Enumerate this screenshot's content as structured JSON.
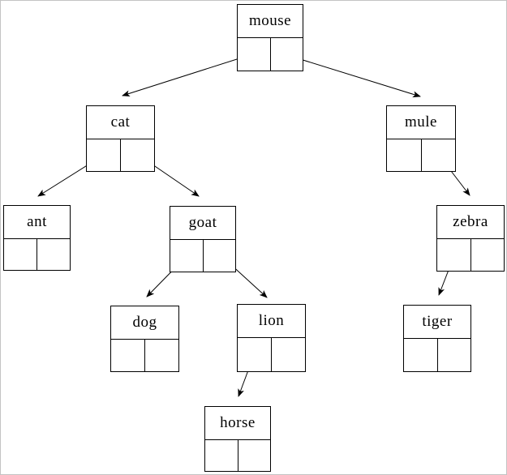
{
  "diagram": {
    "type": "binary-tree",
    "title": "",
    "colors": {
      "line": "#000000",
      "node_border": "#000000",
      "background": "#ffffff",
      "frame_border": "#c3c3c3"
    },
    "nodes": [
      {
        "id": "mouse",
        "label": "mouse"
      },
      {
        "id": "cat",
        "label": "cat"
      },
      {
        "id": "mule",
        "label": "mule"
      },
      {
        "id": "ant",
        "label": "ant"
      },
      {
        "id": "goat",
        "label": "goat"
      },
      {
        "id": "zebra",
        "label": "zebra"
      },
      {
        "id": "dog",
        "label": "dog"
      },
      {
        "id": "lion",
        "label": "lion"
      },
      {
        "id": "tiger",
        "label": "tiger"
      },
      {
        "id": "horse",
        "label": "horse"
      }
    ],
    "edges": [
      {
        "from": "mouse",
        "pointer": "left",
        "to": "cat"
      },
      {
        "from": "mouse",
        "pointer": "right",
        "to": "mule"
      },
      {
        "from": "cat",
        "pointer": "left",
        "to": "ant"
      },
      {
        "from": "cat",
        "pointer": "right",
        "to": "goat"
      },
      {
        "from": "goat",
        "pointer": "left",
        "to": "dog"
      },
      {
        "from": "goat",
        "pointer": "right",
        "to": "lion"
      },
      {
        "from": "mule",
        "pointer": "right",
        "to": "zebra"
      },
      {
        "from": "zebra",
        "pointer": "left",
        "to": "tiger"
      },
      {
        "from": "lion",
        "pointer": "left",
        "to": "horse"
      }
    ]
  }
}
